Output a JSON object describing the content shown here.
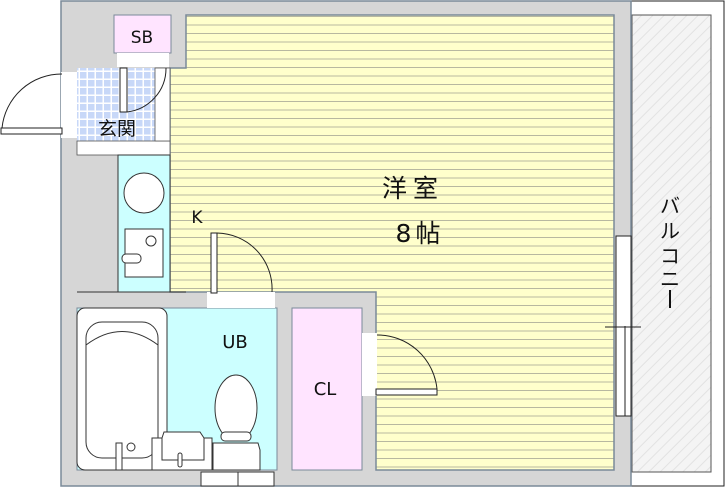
{
  "plan": {
    "rooms": {
      "storage_box": "SB",
      "entrance": "玄関",
      "kitchen": "K",
      "western_room_name": "洋室",
      "western_room_size": "8帖",
      "unit_bath": "UB",
      "closet": "CL",
      "balcony": [
        "バ",
        "ル",
        "コ",
        "ニ",
        "ー"
      ]
    },
    "colors": {
      "wall": "#d6d6d6",
      "outline": "#7a8a99",
      "room": "#ffffcc",
      "room_line": "#b8b8a0",
      "storage": "#ffe4ff",
      "bath": "#ccffff",
      "tile": "#c8d8f8"
    }
  }
}
